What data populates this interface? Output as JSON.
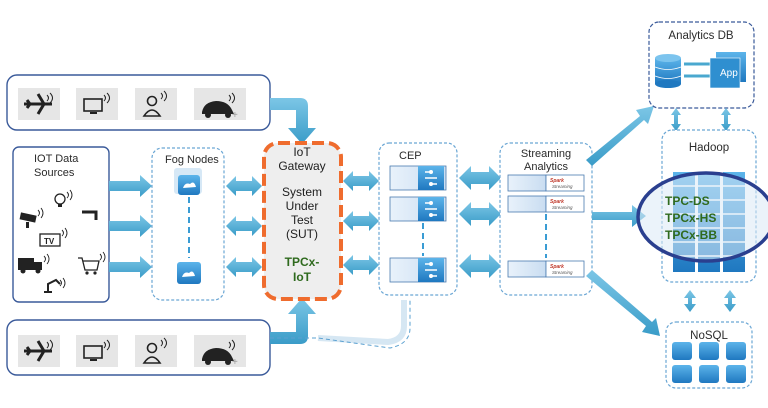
{
  "devices_top": {
    "icons": [
      "airplane-icon",
      "monitor-icon",
      "person-icon",
      "car-icon"
    ]
  },
  "devices_bottom": {
    "icons": [
      "airplane-icon",
      "monitor-icon",
      "person-icon",
      "car-icon"
    ]
  },
  "iot_sources": {
    "title_line1": "IOT Data",
    "title_line2": "Sources",
    "tv_label": "TV"
  },
  "fog": {
    "title": "Fog Nodes"
  },
  "gateway": {
    "line1": "IoT",
    "line2": "Gateway",
    "line3": "System",
    "line4": "Under",
    "line5": "Test",
    "line6": "(SUT)",
    "bench1": "TPCx-",
    "bench2": "IoT"
  },
  "cep": {
    "title": "CEP"
  },
  "streaming": {
    "title_line1": "Streaming",
    "title_line2": "Analytics",
    "spark_label": "Spark",
    "spark_sub": "Streaming"
  },
  "analytics_db": {
    "title": "Analytics DB",
    "app_label": "App"
  },
  "hadoop": {
    "title": "Hadoop",
    "bench1": "TPC-DS",
    "bench2": "TPCx-HS",
    "bench3": "TPCx-BB"
  },
  "nosql": {
    "title": "NoSQL"
  },
  "colors": {
    "arrow": "#4aa8cf",
    "box_border": "#3a5a9a",
    "gateway_border": "#ef6c2e",
    "dashed_border": "#5aa0d0",
    "highlight_ellipse": "#2a3f8f",
    "module_blue": "#2f8fd0"
  }
}
